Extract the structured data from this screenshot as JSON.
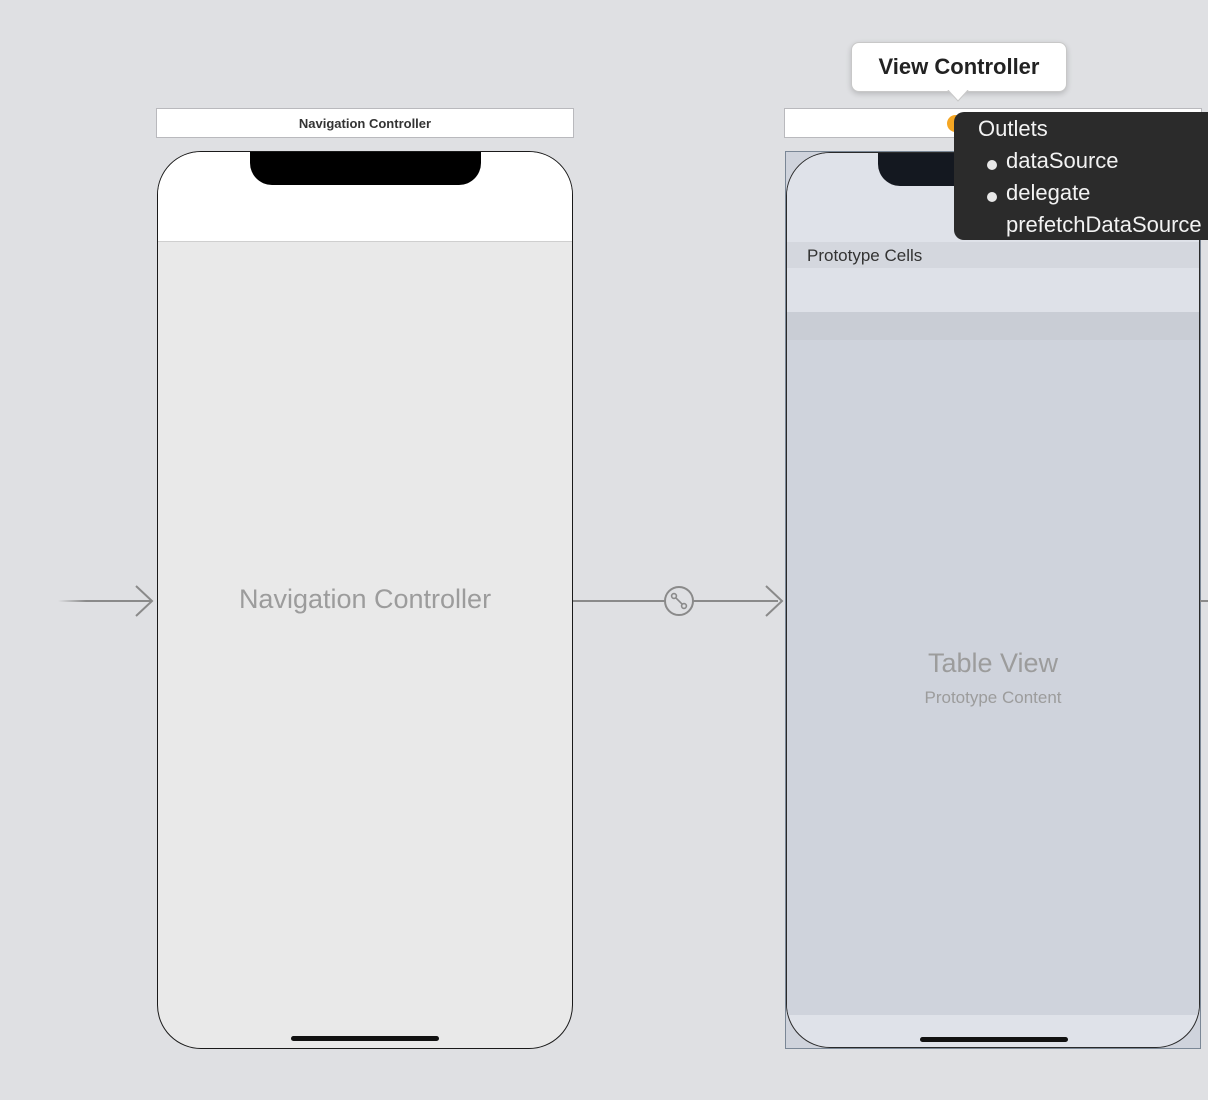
{
  "navigation_scene": {
    "title_bar": "Navigation Controller",
    "center_label": "Navigation Controller"
  },
  "view_controller_scene": {
    "tooltip": "View Controller",
    "section_header": "Prototype Cells",
    "table_title": "Table View",
    "table_subtitle": "Prototype Content"
  },
  "outlets_popup": {
    "heading": "Outlets",
    "items": [
      "dataSource",
      "delegate",
      "prefetchDataSource"
    ]
  },
  "colors": {
    "canvas": "#dfe0e3",
    "popup_bg": "#2b2b2b",
    "badge": "#f5a623"
  }
}
